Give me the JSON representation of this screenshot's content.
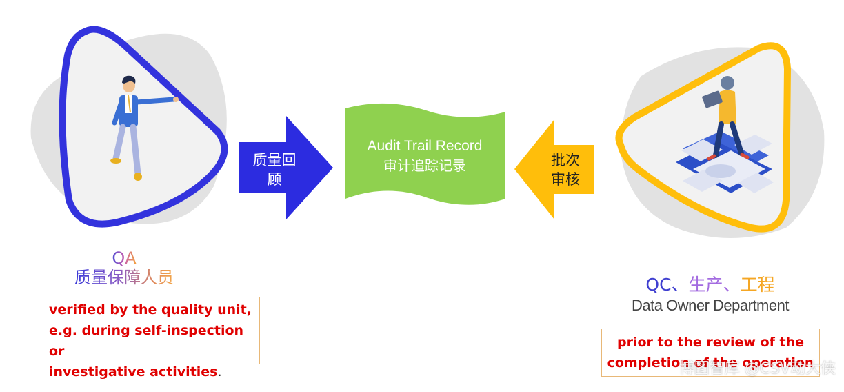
{
  "flow": {
    "left_arrow_label": "质量回顾",
    "left_arrow_label_line1": "质量回",
    "left_arrow_label_line2": "顾",
    "center_title_en": "Audit Trail Record",
    "center_title_cn": "审计追踪记录",
    "right_arrow_label_line1": "批次",
    "right_arrow_label_line2": "审核"
  },
  "qa": {
    "role_en": "QA",
    "role_cn": "质量保障人员",
    "note_line1": "verified by the quality unit,",
    "note_line2": "e.g. during self-inspection or",
    "note_line3": "investigative activities",
    "note_end": "."
  },
  "data_owner": {
    "title_qc": "QC、",
    "title_prod": "生产、",
    "title_eng": "工程",
    "subtitle": "Data Owner Department",
    "note_line1": "prior to the review of the",
    "note_line2": "completion of the operation"
  },
  "watermark": "博图智库 @CSV动大侠",
  "colors": {
    "blue_triangle": "#3333dd",
    "yellow_triangle": "#ffbe0b",
    "blue_arrow": "#2c2ce0",
    "yellow_arrow": "#ffbe0b",
    "banner_green": "#8fd14f",
    "note_red": "#e00000",
    "box_border": "#e8b878"
  }
}
